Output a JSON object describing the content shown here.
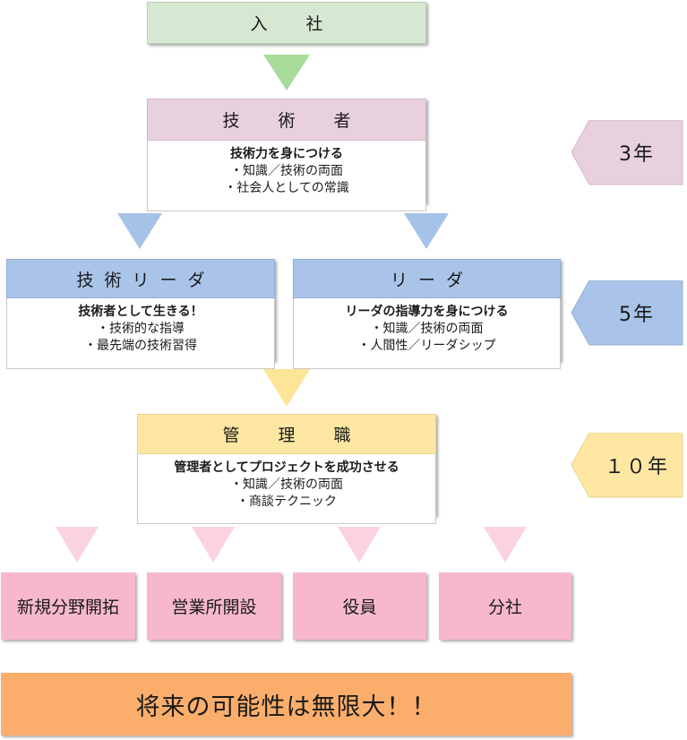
{
  "entry": {
    "title": "入　社"
  },
  "engineer": {
    "title": "技　術　者",
    "head": "技術力を身につける",
    "points": [
      "・知識／技術の両面",
      "・社会人としての常識"
    ],
    "years": "3年"
  },
  "tech_leader": {
    "title": "技術リーダ",
    "head": "技術者として生きる！",
    "points": [
      "・技術的な指導",
      "・最先端の技術習得"
    ]
  },
  "leader": {
    "title": "リーダ",
    "head": "リーダの指導力を身につける",
    "points": [
      "・知識／技術の両面",
      "・人間性／リーダシップ"
    ],
    "years": "5年"
  },
  "manager": {
    "title": "管　理　職",
    "head": "管理者としてプロジェクトを成功させる",
    "points": [
      "・知識／技術の両面",
      "・商談テクニック"
    ],
    "years": "１０年"
  },
  "branches": [
    "新規分野開拓",
    "営業所開設",
    "役員",
    "分社"
  ],
  "goal": "将来の可能性は無限大！！",
  "colors": {
    "green": "#d6e8d2",
    "pink_title": "#e8d0de",
    "blue_title": "#a9c4e8",
    "yellow_title": "#fde7a2",
    "branch": "#f7b8cf",
    "goal": "#fbae6c",
    "arrow_green": "#a8dc9a",
    "arrow_blue": "#a7c2e7",
    "arrow_yellow": "#fde597",
    "arrow_pink": "#fbd3e0"
  }
}
